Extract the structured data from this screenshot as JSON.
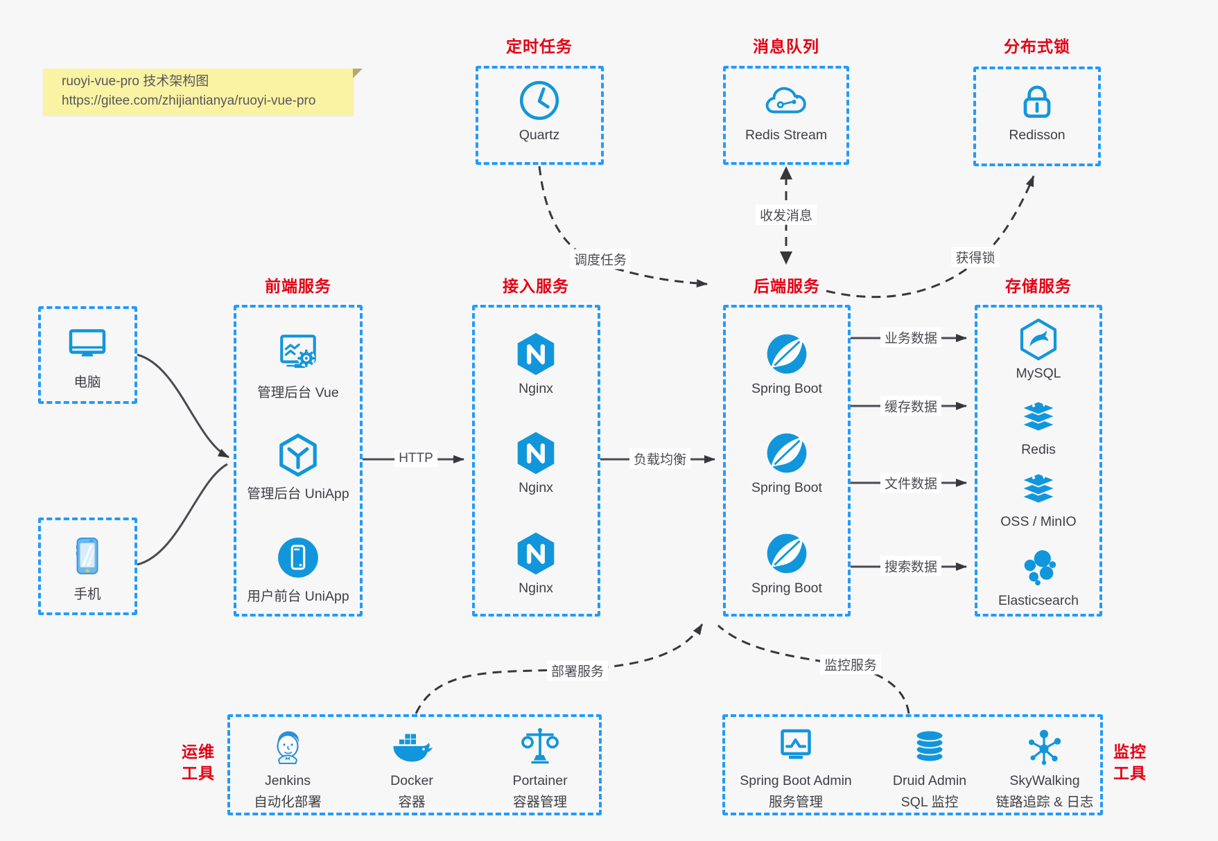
{
  "note": {
    "line1": "ruoyi-vue-pro 技术架构图",
    "line2": "https://gitee.com/zhijiantianya/ruoyi-vue-pro"
  },
  "colors": {
    "icon_blue": "#1296db",
    "border_blue": "#229bfc",
    "title_red": "#e60012",
    "note_bg": "#fbf3a4",
    "arrow_dark": "#38383c",
    "background": "#f7f7f8"
  },
  "groups": {
    "scheduler": {
      "title": "定时任务",
      "items": [
        {
          "icon": "clock-icon",
          "label": "Quartz"
        }
      ]
    },
    "mq": {
      "title": "消息队列",
      "items": [
        {
          "icon": "cloud-network-icon",
          "label": "Redis Stream"
        }
      ]
    },
    "lock": {
      "title": "分布式锁",
      "items": [
        {
          "icon": "padlock-icon",
          "label": "Redisson"
        }
      ]
    },
    "clients": {
      "items": [
        {
          "icon": "desktop-icon",
          "label": "电脑"
        },
        {
          "icon": "smartphone-icon",
          "label": "手机"
        }
      ]
    },
    "frontend": {
      "title": "前端服务",
      "items": [
        {
          "icon": "admin-vue-icon",
          "label": "管理后台 Vue"
        },
        {
          "icon": "uniapp-cube-icon",
          "label": "管理后台 UniApp"
        },
        {
          "icon": "user-app-icon",
          "label": "用户前台 UniApp"
        }
      ]
    },
    "gateway": {
      "title": "接入服务",
      "items": [
        {
          "icon": "nginx-icon",
          "label": "Nginx"
        },
        {
          "icon": "nginx-icon",
          "label": "Nginx"
        },
        {
          "icon": "nginx-icon",
          "label": "Nginx"
        }
      ]
    },
    "backend": {
      "title": "后端服务",
      "items": [
        {
          "icon": "spring-icon",
          "label": "Spring Boot"
        },
        {
          "icon": "spring-icon",
          "label": "Spring Boot"
        },
        {
          "icon": "spring-icon",
          "label": "Spring Boot"
        }
      ]
    },
    "storage": {
      "title": "存储服务",
      "items": [
        {
          "icon": "mysql-icon",
          "label": "MySQL"
        },
        {
          "icon": "redis-icon",
          "label": "Redis"
        },
        {
          "icon": "oss-icon",
          "label": "OSS / MinIO"
        },
        {
          "icon": "elasticsearch-icon",
          "label": "Elasticsearch"
        }
      ]
    },
    "devops": {
      "title_line1": "运维",
      "title_line2": "工具",
      "items": [
        {
          "icon": "jenkins-icon",
          "label": "Jenkins",
          "sublabel": "自动化部署"
        },
        {
          "icon": "docker-icon",
          "label": "Docker",
          "sublabel": "容器"
        },
        {
          "icon": "portainer-icon",
          "label": "Portainer",
          "sublabel": "容器管理"
        }
      ]
    },
    "monitoring": {
      "title_line1": "监控",
      "title_line2": "工具",
      "items": [
        {
          "icon": "spring-boot-admin-icon",
          "label": "Spring Boot Admin",
          "sublabel": "服务管理"
        },
        {
          "icon": "druid-icon",
          "label": "Druid Admin",
          "sublabel": "SQL 监控"
        },
        {
          "icon": "skywalking-icon",
          "label": "SkyWalking",
          "sublabel": "链路追踪 & 日志"
        }
      ]
    }
  },
  "edges": {
    "http": "HTTP",
    "load_balance": "负载均衡",
    "business_data": "业务数据",
    "cache_data": "缓存数据",
    "file_data": "文件数据",
    "search_data": "搜索数据",
    "schedule_task": "调度任务",
    "msg_send_receive": "收发消息",
    "acquire_lock": "获得锁",
    "deploy_service": "部署服务",
    "monitor_service": "监控服务"
  }
}
